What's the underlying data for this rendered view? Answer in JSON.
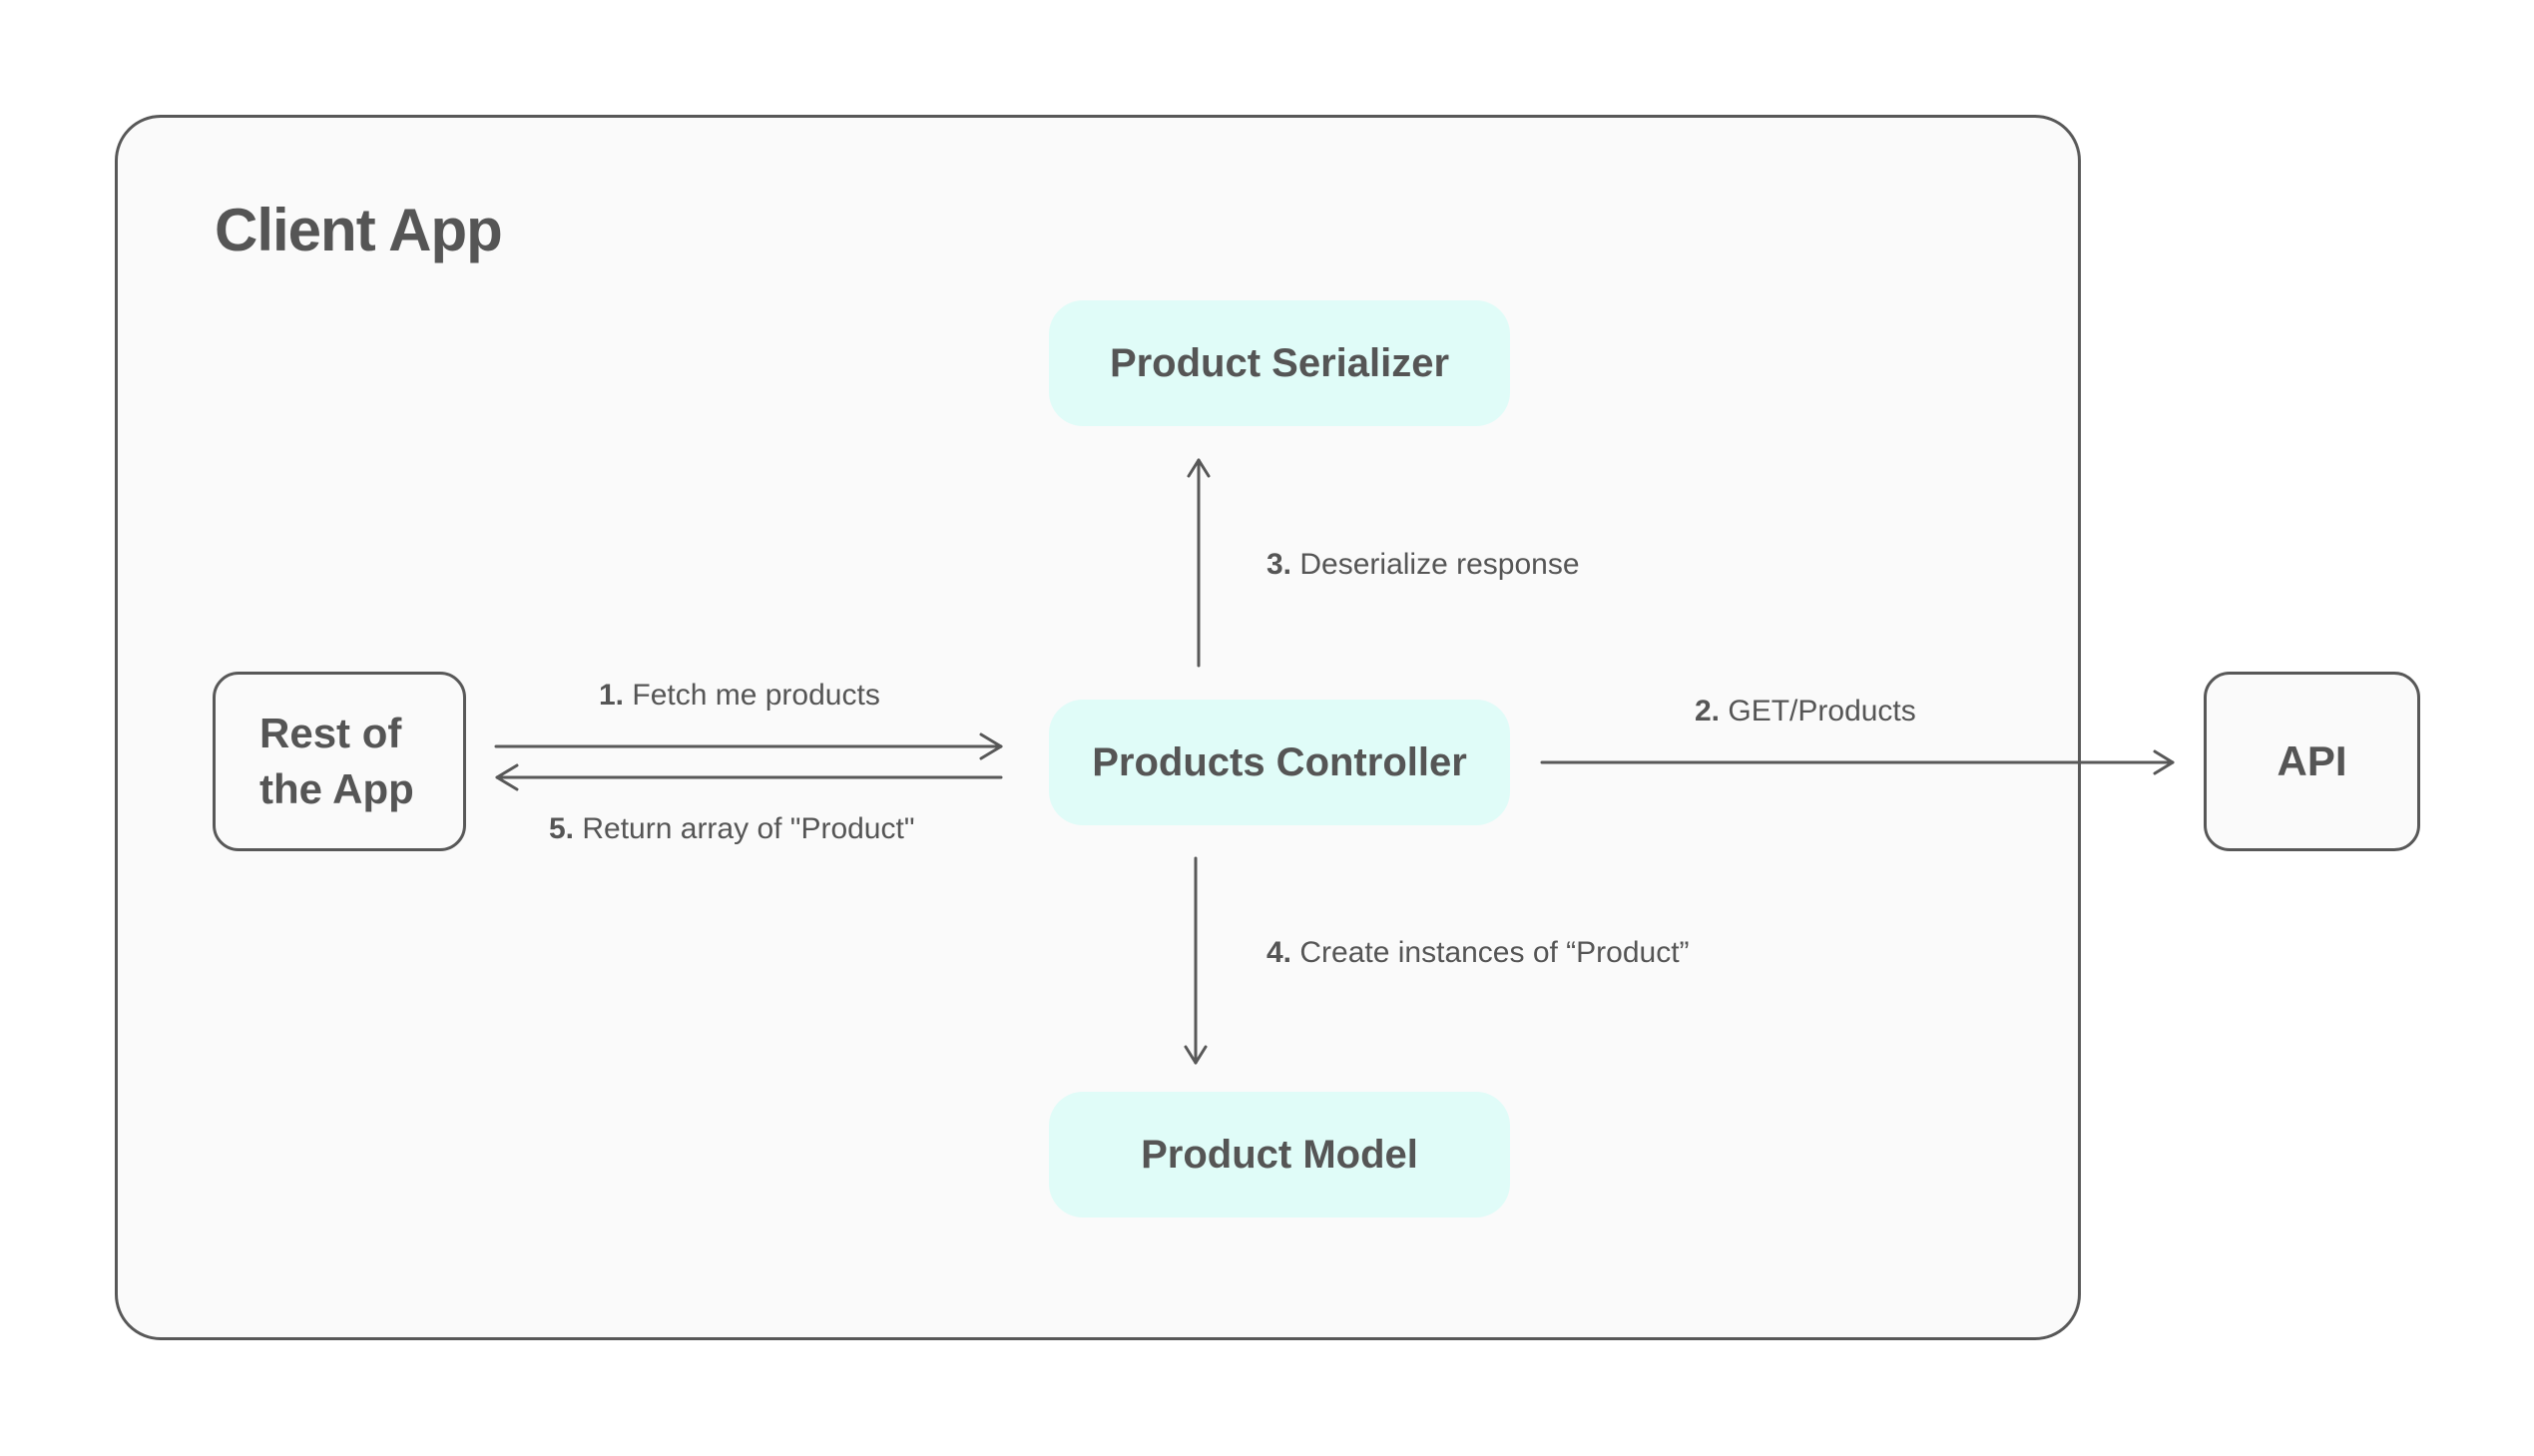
{
  "diagram": {
    "container": {
      "title": "Client App"
    },
    "nodes": {
      "rest_of_app": {
        "line1": "Rest of",
        "line2": "the App"
      },
      "serializer": {
        "label": "Product Serializer"
      },
      "controller": {
        "label": "Products Controller"
      },
      "model": {
        "label": "Product Model"
      },
      "api": {
        "label": "API"
      }
    },
    "edges": [
      {
        "step": "1.",
        "text": "Fetch me products",
        "from": "Rest of the App",
        "to": "Products Controller"
      },
      {
        "step": "2.",
        "text": "GET/Products",
        "from": "Products Controller",
        "to": "API"
      },
      {
        "step": "3.",
        "text": "Deserialize response",
        "from": "Products Controller",
        "to": "Product Serializer"
      },
      {
        "step": "4.",
        "text": "Create instances of “Product”",
        "from": "Products Controller",
        "to": "Product Model"
      },
      {
        "step": "5.",
        "text": "Return array of \"Product\"",
        "from": "Products Controller",
        "to": "Rest of the App"
      }
    ],
    "colors": {
      "stroke": "#585858",
      "text": "#555555",
      "container_fill": "#fafafa",
      "component_fill": "#e0fcf8"
    }
  }
}
